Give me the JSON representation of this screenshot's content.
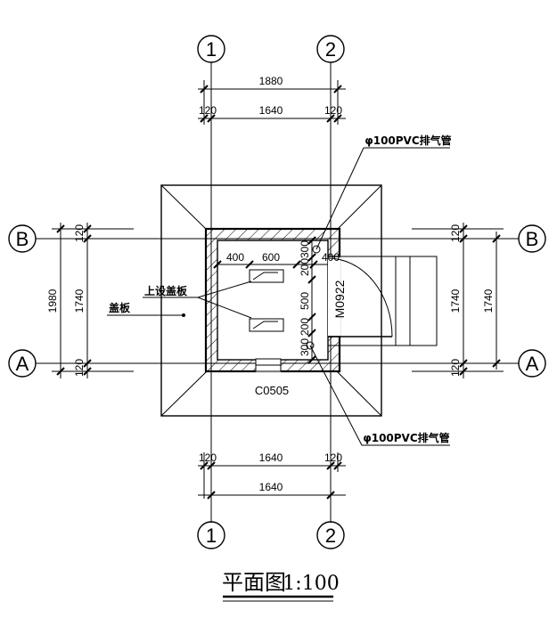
{
  "axes": {
    "col1": "1",
    "col2": "2",
    "rowB": "B",
    "rowA": "A"
  },
  "dimensions": {
    "top_overall": "1880",
    "top_wall_left": "120",
    "top_inner": "1640",
    "top_wall_right": "120",
    "bottom_wall_left": "120",
    "bottom_inner": "1640",
    "bottom_wall_right": "120",
    "bottom_axis": "1640",
    "left_overall": "1980",
    "left_inner": "1740",
    "left_wall_top": "120",
    "left_wall_bottom": "120",
    "right_inner": "1740",
    "right_axis": "1740",
    "right_wall_top": "120",
    "right_wall_bottom": "120",
    "interior_400_left": "400",
    "interior_600": "600",
    "interior_200_a": "200",
    "interior_300_top": "300",
    "interior_400_right": "400",
    "interior_500": "500",
    "interior_200_b": "200",
    "interior_300_bottom": "300"
  },
  "labels": {
    "vent_pipe_top": "φ100PVC排气管",
    "vent_pipe_bottom": "φ100PVC排气管",
    "upper_cover": "上设盖板",
    "cover": "盖板",
    "door": "M0922",
    "window": "C0505"
  },
  "title": {
    "name": "平面图",
    "scale": "1:100"
  }
}
